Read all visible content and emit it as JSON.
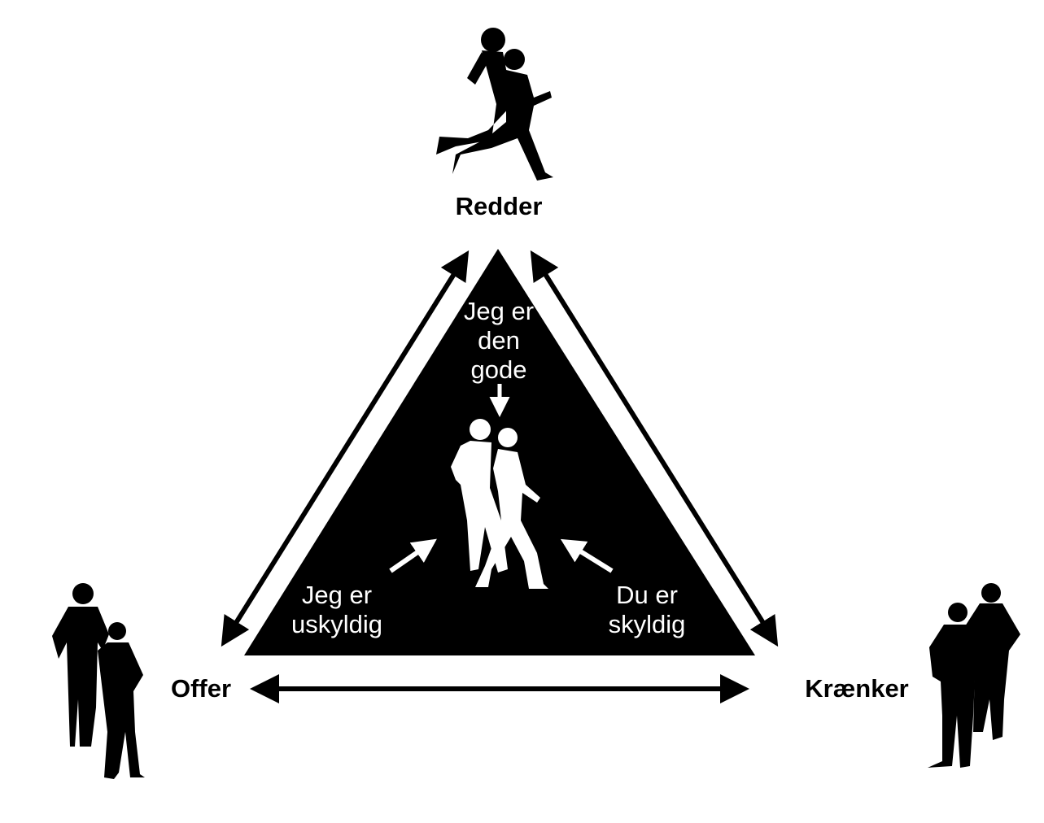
{
  "roles": {
    "rescuer": "Redder",
    "victim": "Offer",
    "persecutor": "Krænker"
  },
  "inner": {
    "rescuer_line1": "Jeg er",
    "rescuer_line2": "den",
    "rescuer_line3": "gode",
    "victim_line1": "Jeg er",
    "victim_line2": "uskyldig",
    "persecutor_line1": "Du er",
    "persecutor_line2": "skyldig"
  },
  "colors": {
    "ink": "#000000",
    "paper": "#ffffff"
  }
}
